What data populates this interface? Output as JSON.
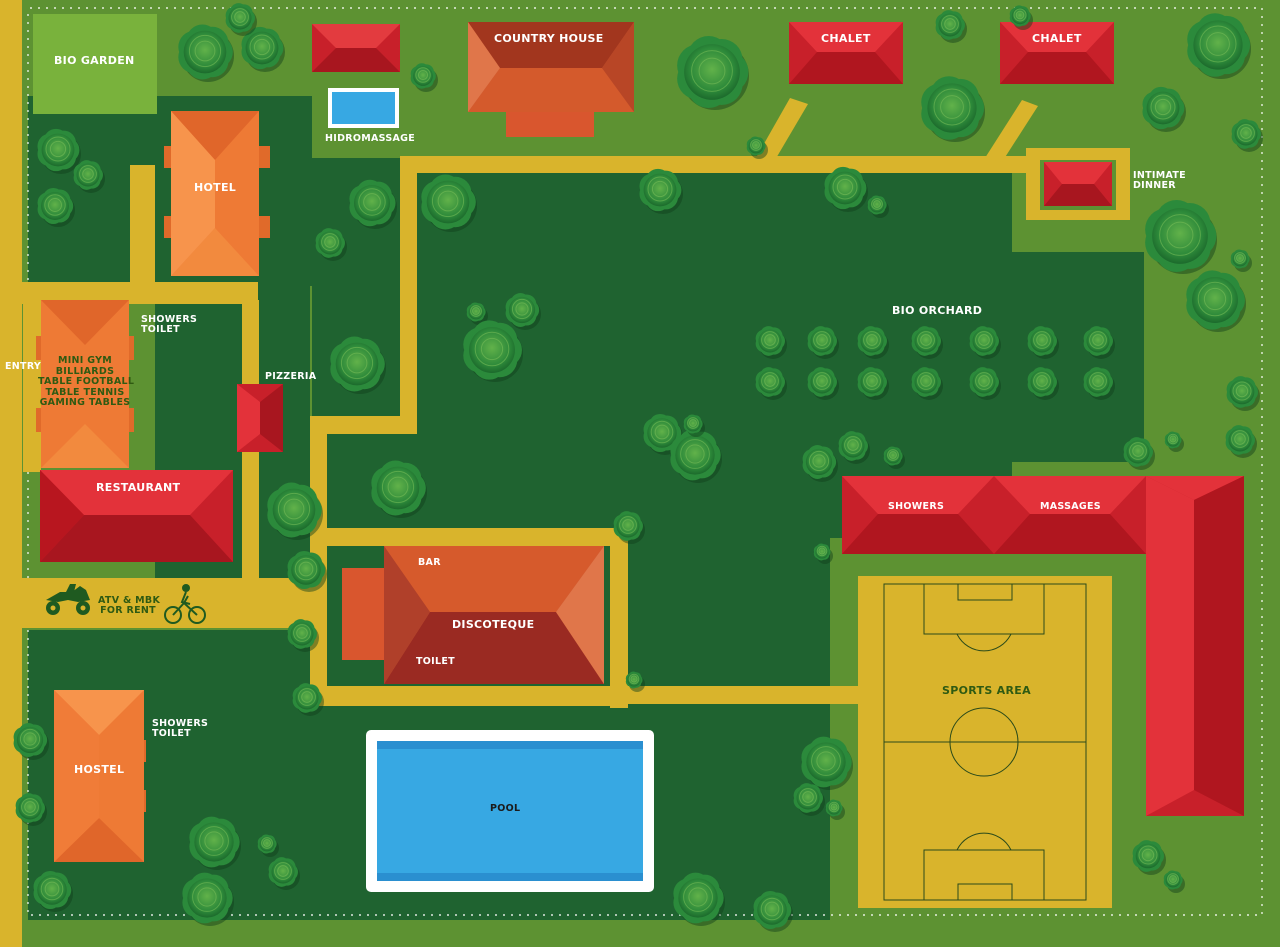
{
  "map": {
    "labels": {
      "bio_garden": "BIO GARDEN",
      "country_house": "COUNTRY HOUSE",
      "chalet_1": "CHALET",
      "chalet_2": "CHALET",
      "hidromassage": "HIDROMASSAGE",
      "hotel": "HOTEL",
      "intimate_dinner": "INTIMATE\nDINNER",
      "bio_orchard": "BIO ORCHARD",
      "showers_toilet_1": "SHOWERS\nTOILET",
      "entry": "ENTRY",
      "recreation_room": "MINI GYM\nBILLIARDS\nTABLE FOOTBALL\nTABLE TENNIS\nGAMING TABLES",
      "pizzeria": "PIZZERIA",
      "restaurant": "RESTAURANT",
      "showers_block": "SHOWERS",
      "massages": "MASSAGES",
      "atv_rent": "ATV & MBK\nFOR RENT",
      "bar": "BAR",
      "discoteque": "DISCOTEQUE",
      "toilet": "TOILET",
      "sports_area": "SPORTS AREA",
      "showers_toilet_2": "SHOWERS\nTOILET",
      "hostel": "HOSTEL",
      "pool": "POOL"
    },
    "icons": {
      "atv": "atv-quad-icon",
      "bike": "mountain-bike-icon"
    },
    "colors": {
      "outer_grass": "#5d9232",
      "lawn": "#1f6330",
      "path": "#d9b42c",
      "red_roof": "#c8202a",
      "orange_roof": "#ee7a35",
      "brown_roof": "#b24b2c",
      "water": "#37a8e3",
      "bio_garden": "#79b23c"
    }
  }
}
